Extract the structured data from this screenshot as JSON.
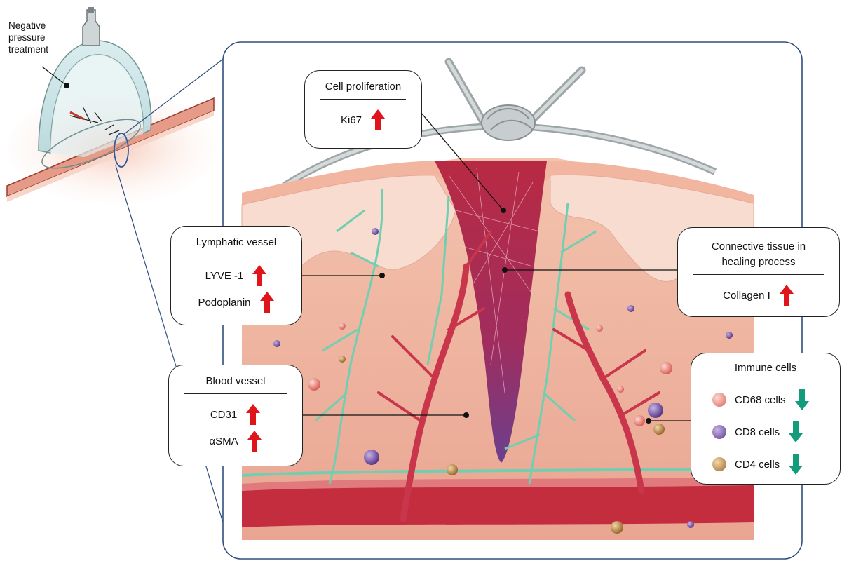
{
  "left_label": {
    "line1": "Negative",
    "line2": "pressure",
    "line3": "treatment"
  },
  "callouts": {
    "cell_proliferation": {
      "title": "Cell proliferation",
      "marker": "Ki67",
      "trend": "up"
    },
    "lymphatic": {
      "title": "Lymphatic vessel",
      "markers": [
        {
          "label": "LYVE -1",
          "trend": "up"
        },
        {
          "label": "Podoplanin",
          "trend": "up"
        }
      ]
    },
    "connective": {
      "title_line1": "Connective tissue  in",
      "title_line2": "healing process",
      "marker": "Collagen I",
      "trend": "up"
    },
    "blood": {
      "title": "Blood vessel",
      "markers": [
        {
          "label": "CD31",
          "trend": "up"
        },
        {
          "label": "αSMA",
          "trend": "up"
        }
      ]
    },
    "immune": {
      "title": "Immune cells",
      "markers": [
        {
          "label": "CD68 cells",
          "trend": "down",
          "cell_color": "#e8877f"
        },
        {
          "label": "CD8 cells",
          "trend": "down",
          "cell_color": "#7c5aa6"
        },
        {
          "label": "CD4 cells",
          "trend": "down",
          "cell_color": "#b98a4d"
        }
      ]
    }
  },
  "colors": {
    "up_arrow": "#e0141b",
    "down_arrow": "#129b7c",
    "frame": "#2f4f7f",
    "lymph": "#6fcfb0",
    "vessel": "#c9354a"
  }
}
